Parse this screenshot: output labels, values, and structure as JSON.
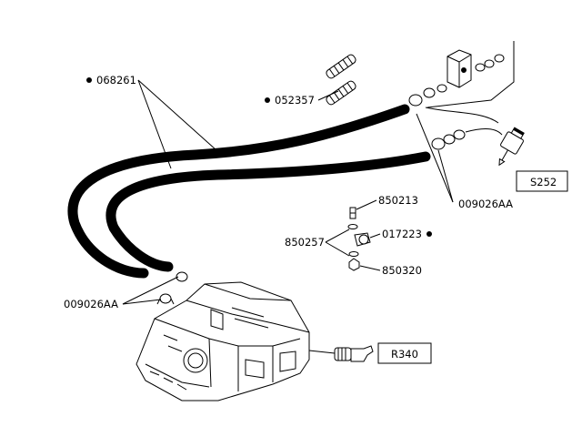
{
  "labels": {
    "hose_part": "068261",
    "plug_part": "052357",
    "clamp_part_upper": "009026AA",
    "clamp_part_lower": "009026AA",
    "screw_part": "850213",
    "washer_part": "850257",
    "connector_part": "017223",
    "nut_part": "850320"
  },
  "references": {
    "upper_ref": "S252",
    "lower_ref": "R340"
  }
}
